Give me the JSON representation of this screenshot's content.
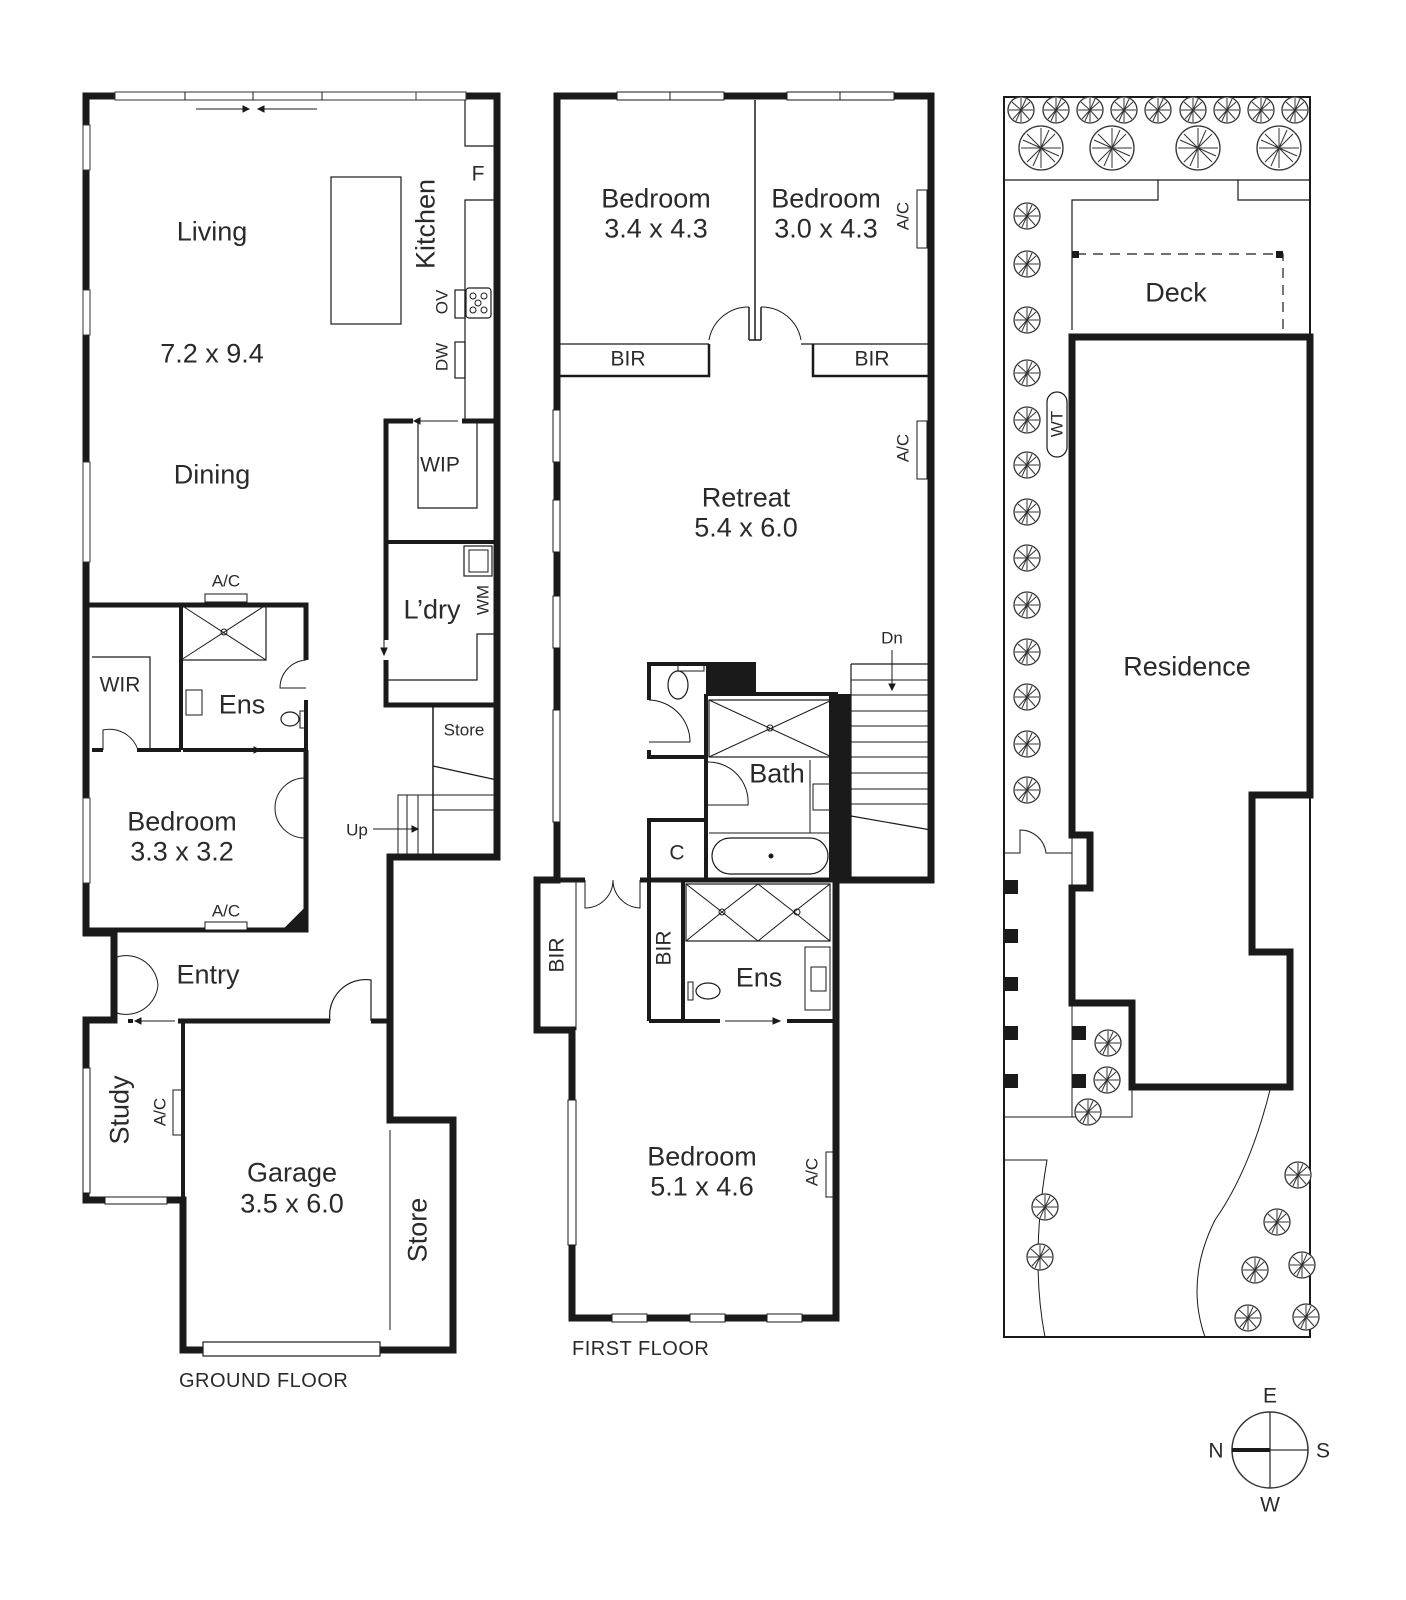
{
  "ground_floor": {
    "title": "GROUND FLOOR",
    "rooms": {
      "living": {
        "name": "Living",
        "dims": "7.2 x 9.4"
      },
      "dining": {
        "name": "Dining"
      },
      "kitchen": {
        "name": "Kitchen"
      },
      "wip": {
        "name": "WIP"
      },
      "laundry": {
        "name": "L’dry"
      },
      "wir": {
        "name": "WIR"
      },
      "ensuite": {
        "name": "Ens"
      },
      "bedroom": {
        "name": "Bedroom",
        "dims": "3.3 x 3.2"
      },
      "store_stair": {
        "name": "Store"
      },
      "entry": {
        "name": "Entry"
      },
      "study": {
        "name": "Study"
      },
      "garage": {
        "name": "Garage",
        "dims": "3.5 x 6.0"
      },
      "store_garage": {
        "name": "Store"
      }
    },
    "fixtures": {
      "fridge": "F",
      "oven": "OV",
      "dishwasher": "DW",
      "washing_machine": "WM",
      "ac_ensuite": "A/C",
      "ac_bedroom": "A/C",
      "ac_study": "A/C",
      "stairs_up": "Up"
    }
  },
  "first_floor": {
    "title": "FIRST FLOOR",
    "rooms": {
      "bedroom_a": {
        "name": "Bedroom",
        "dims": "3.4 x 4.3"
      },
      "bedroom_b": {
        "name": "Bedroom",
        "dims": "3.0 x 4.3"
      },
      "bir_a": {
        "name": "BIR"
      },
      "bir_b": {
        "name": "BIR"
      },
      "retreat": {
        "name": "Retreat",
        "dims": "5.4 x 6.0"
      },
      "bath": {
        "name": "Bath"
      },
      "cupboard": {
        "name": "C"
      },
      "bir_c": {
        "name": "BIR"
      },
      "bir_d": {
        "name": "BIR"
      },
      "ensuite": {
        "name": "Ens"
      },
      "bedroom_main": {
        "name": "Bedroom",
        "dims": "5.1 x 4.6"
      }
    },
    "fixtures": {
      "ac_bedroom_b": "A/C",
      "ac_retreat": "A/C",
      "ac_bedroom_main": "A/C",
      "stairs_down": "Dn"
    }
  },
  "site_plan": {
    "deck": "Deck",
    "residence": "Residence",
    "water_tank": "WT"
  },
  "compass": {
    "north": "N",
    "east": "E",
    "south": "S",
    "west": "W"
  }
}
